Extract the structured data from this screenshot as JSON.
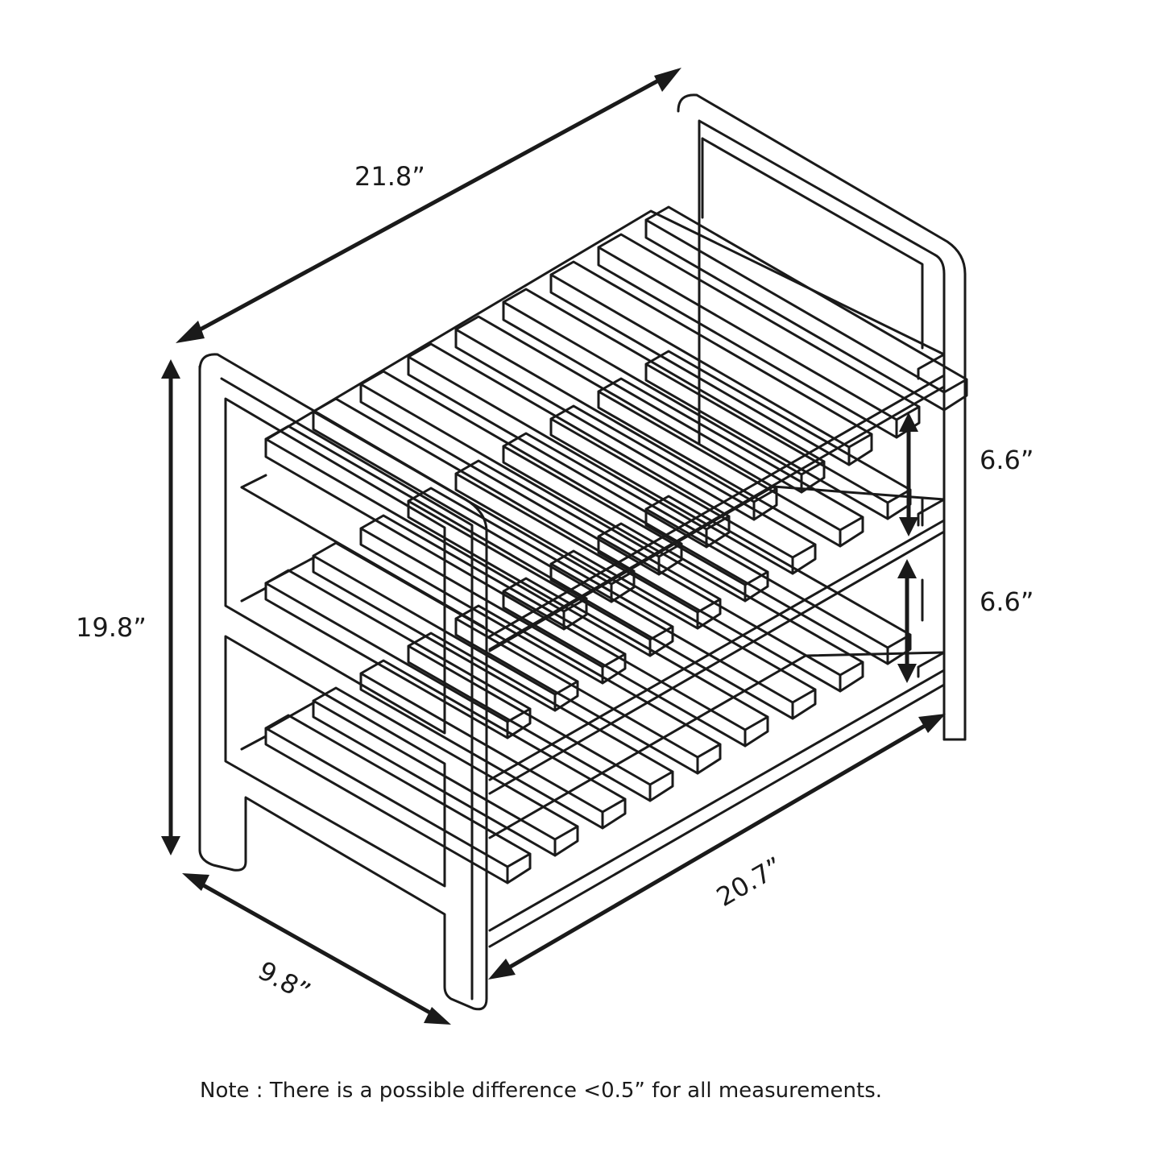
{
  "dimensions": {
    "width_top": "21.8”",
    "height": "19.8”",
    "depth": "9.8”",
    "width_bottom": "20.7”",
    "spacing_upper": "6.6”",
    "spacing_lower": "6.6”"
  },
  "note": "Note : There is a possible difference <0.5” for all measurements.",
  "colors": {
    "line": "#1a1a1a",
    "background": "#ffffff"
  }
}
